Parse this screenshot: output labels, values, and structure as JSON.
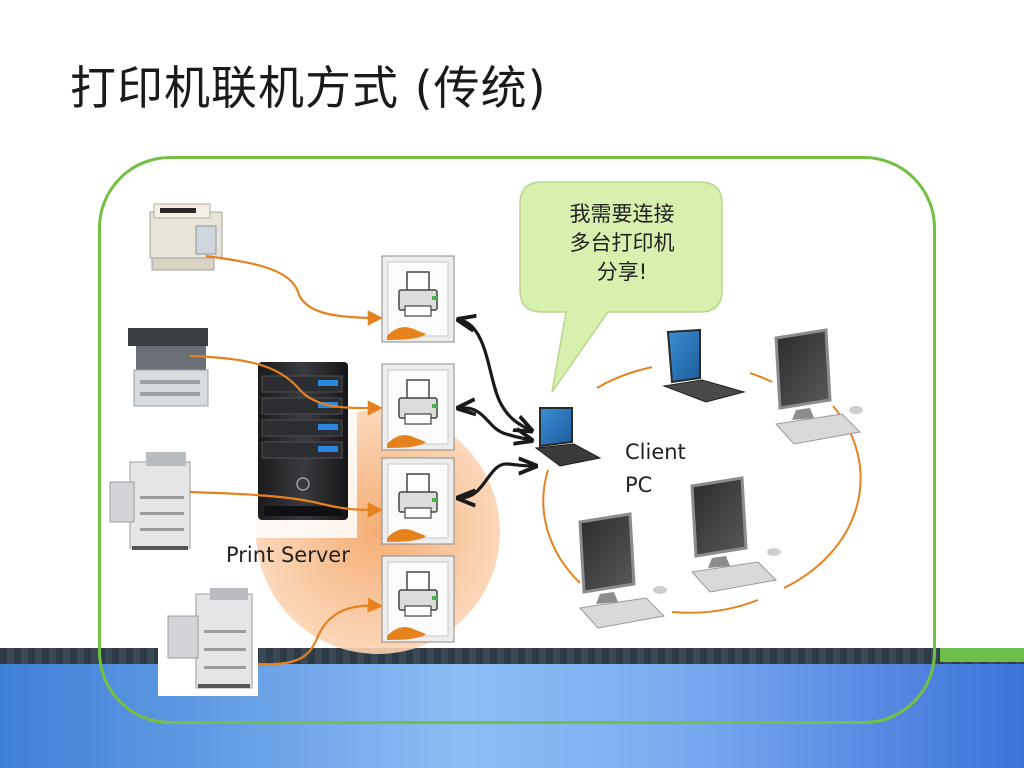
{
  "slide": {
    "title": "打印机联机方式 (传统)",
    "bubble_text": "我需要连接\n多台打印机\n分享!",
    "client_label": "Client\nPC",
    "server_label": "Print Server"
  },
  "colors": {
    "frame": "#74c043",
    "arrow_orange": "#e6821e",
    "arrow_black": "#1a1a1a",
    "bubble_fill": "#d7f0ad",
    "server_glow": "#f6b07a",
    "band_blue": "#5b93e6",
    "band_green": "#6cc04a"
  },
  "icons": [
    "laser-printer-icon",
    "multifunction-printer-icon",
    "copier-icon",
    "printer-queue-icon",
    "server-tower-icon",
    "laptop-icon",
    "desktop-pc-icon"
  ]
}
